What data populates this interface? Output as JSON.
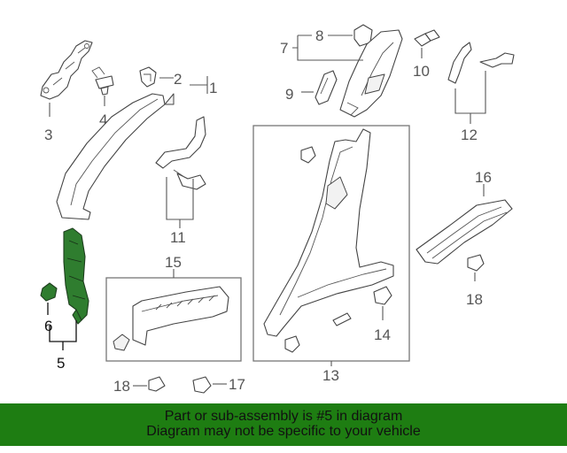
{
  "callouts": {
    "c1": "1",
    "c2": "2",
    "c3": "3",
    "c4": "4",
    "c5": "5",
    "c6": "6",
    "c7": "7",
    "c8": "8",
    "c9": "9",
    "c10": "10",
    "c11": "11",
    "c12": "12",
    "c13": "13",
    "c14": "14",
    "c15": "15",
    "c16": "16",
    "c17": "17",
    "c18a": "18",
    "c18b": "18"
  },
  "banner": {
    "line1": "Part or sub-assembly is #5 in diagram",
    "line2": "Diagram may not be specific to your vehicle"
  },
  "colors": {
    "highlight": "#2f7d2f",
    "banner": "#1e7d12"
  }
}
